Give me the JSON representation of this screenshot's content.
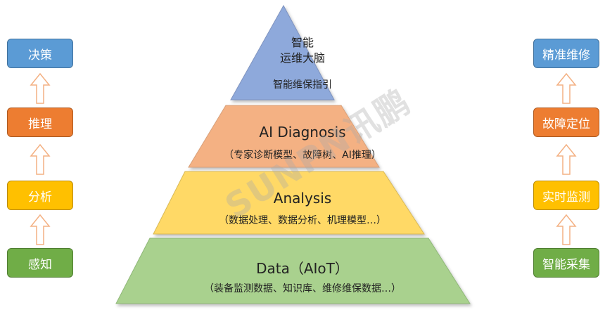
{
  "left_column": {
    "items": [
      {
        "label": "决策",
        "color": "blue"
      },
      {
        "label": "推理",
        "color": "orange"
      },
      {
        "label": "分析",
        "color": "yellow"
      },
      {
        "label": "感知",
        "color": "green"
      }
    ]
  },
  "right_column": {
    "items": [
      {
        "label": "精准维修",
        "color": "blue"
      },
      {
        "label": "故障定位",
        "color": "orange"
      },
      {
        "label": "实时监测",
        "color": "yellow"
      },
      {
        "label": "智能采集",
        "color": "green"
      }
    ]
  },
  "pyramid": {
    "top": {
      "line1": "智能",
      "line2": "运维大脑",
      "subtitle": "智能维保指引",
      "color": "#8ea9db"
    },
    "diagnosis": {
      "title": "AI  Diagnosis",
      "subtitle": "（专家诊断模型、故障树、AI推理）",
      "color": "#f4b183"
    },
    "analysis": {
      "title": "Analysis",
      "subtitle": "（数据处理、数据分析、机理模型…）",
      "color": "#ffd966"
    },
    "data": {
      "title": "Data（AIoT）",
      "subtitle": "（装备监测数据、知识库、维修维保数据…）",
      "color": "#a9d18e"
    }
  },
  "watermark": {
    "text": "SUNPN讯鹏"
  }
}
